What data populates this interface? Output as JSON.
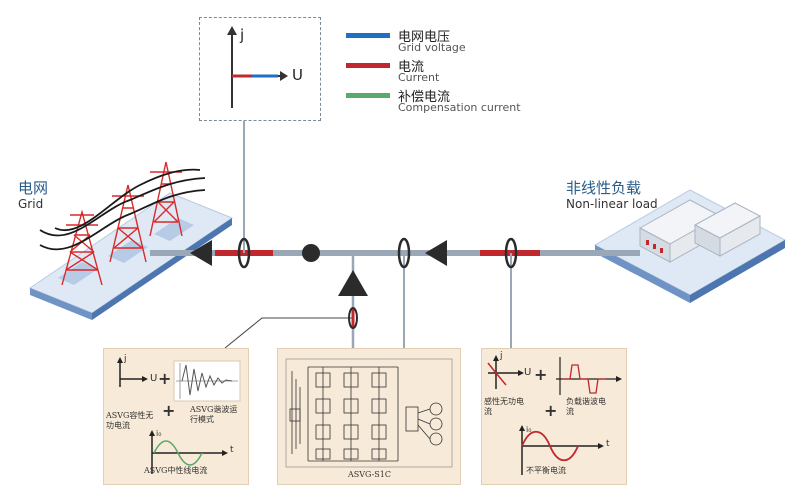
{
  "legend": {
    "items": [
      {
        "cn": "电网电压",
        "en": "Grid voltage",
        "color": "#1f6fc4"
      },
      {
        "cn": "电流",
        "en": "Current",
        "color": "#c0282d"
      },
      {
        "cn": "补偿电流",
        "en": "Compensation current",
        "color": "#5aa86a"
      }
    ]
  },
  "grid": {
    "cn": "电网",
    "en": "Grid"
  },
  "load": {
    "cn": "非线性负载",
    "en": "Non-linear load"
  },
  "phasor": {
    "axis_j": "j",
    "axis_u": "U"
  },
  "panel_left": {
    "axis_j": "j",
    "axis_u": "U",
    "axis_t": "t",
    "i_label": "i₀",
    "label_cap": "ASVG容性无功电流",
    "label_harm": "ASVG谐波运行模式",
    "label_neutral": "ASVG中性线电流",
    "plus": "+"
  },
  "panel_mid": {
    "caption": "ASVG-S1C"
  },
  "panel_right": {
    "axis_j": "j",
    "axis_u": "U",
    "axis_t": "t",
    "i_label": "i₀",
    "label_ind": "感性无功电流",
    "label_harm": "负载谐波电流",
    "label_unbal": "不平衡电流",
    "plus": "+"
  },
  "colors": {
    "line": "#9aa7b6",
    "red": "#c0282d",
    "blue": "#1f6fc4",
    "green": "#5aa86a",
    "dark": "#333333"
  }
}
